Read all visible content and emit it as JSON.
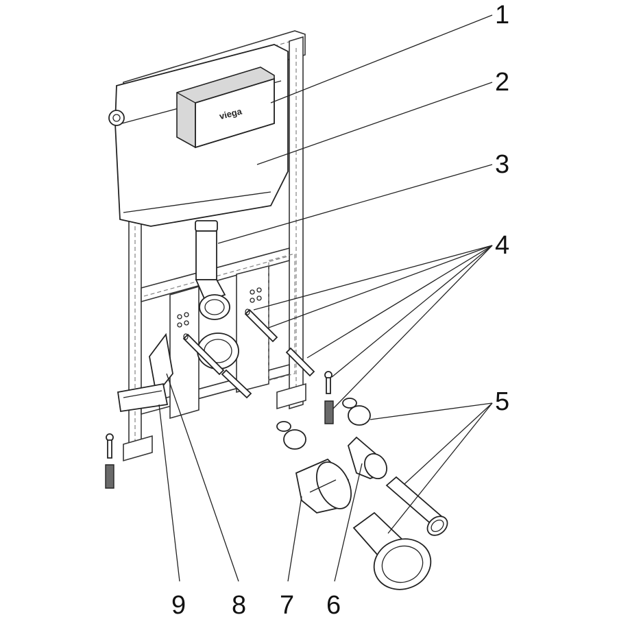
{
  "diagram": {
    "brand_label": "viega",
    "callouts": [
      {
        "id": "1",
        "label": "1"
      },
      {
        "id": "2",
        "label": "2"
      },
      {
        "id": "3",
        "label": "3"
      },
      {
        "id": "4",
        "label": "4"
      },
      {
        "id": "5",
        "label": "5"
      },
      {
        "id": "6",
        "label": "6"
      },
      {
        "id": "7",
        "label": "7"
      },
      {
        "id": "8",
        "label": "8"
      },
      {
        "id": "9",
        "label": "9"
      }
    ]
  }
}
